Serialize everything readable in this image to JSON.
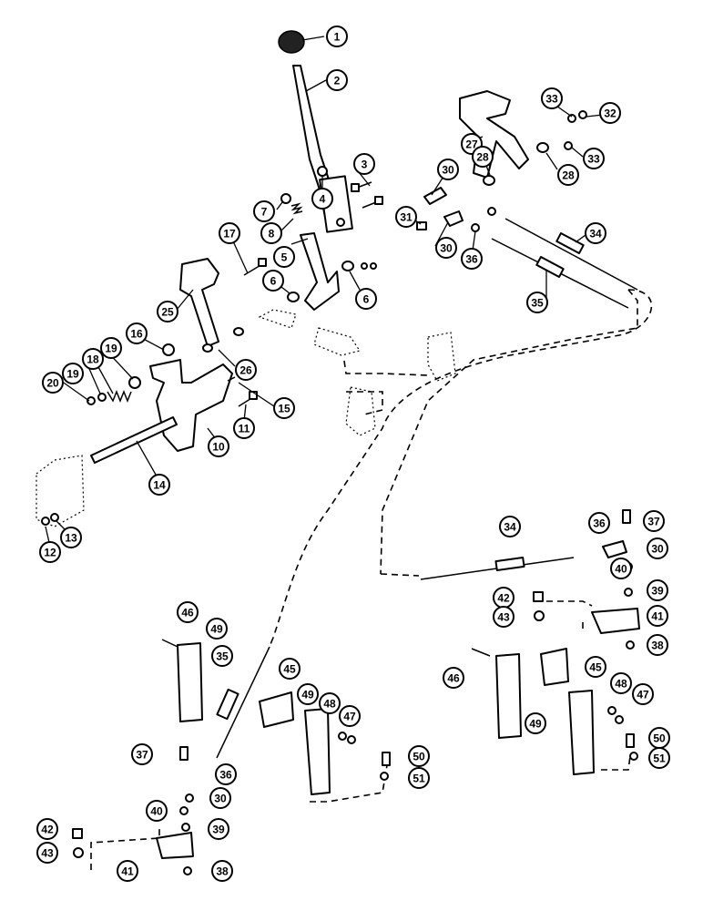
{
  "callouts": [
    {
      "id": "c1",
      "label": "1"
    },
    {
      "id": "c2",
      "label": "2"
    },
    {
      "id": "c3",
      "label": "3"
    },
    {
      "id": "c4",
      "label": "4"
    },
    {
      "id": "c5",
      "label": "5"
    },
    {
      "id": "c6a",
      "label": "6"
    },
    {
      "id": "c6b",
      "label": "6"
    },
    {
      "id": "c7",
      "label": "7"
    },
    {
      "id": "c8",
      "label": "8"
    },
    {
      "id": "c10",
      "label": "10"
    },
    {
      "id": "c11",
      "label": "11"
    },
    {
      "id": "c12",
      "label": "12"
    },
    {
      "id": "c13",
      "label": "13"
    },
    {
      "id": "c14",
      "label": "14"
    },
    {
      "id": "c15",
      "label": "15"
    },
    {
      "id": "c16",
      "label": "16"
    },
    {
      "id": "c17",
      "label": "17"
    },
    {
      "id": "c18",
      "label": "18"
    },
    {
      "id": "c19a",
      "label": "19"
    },
    {
      "id": "c19b",
      "label": "19"
    },
    {
      "id": "c20",
      "label": "20"
    },
    {
      "id": "c25",
      "label": "25"
    },
    {
      "id": "c26",
      "label": "26"
    },
    {
      "id": "c27",
      "label": "27"
    },
    {
      "id": "c28a",
      "label": "28"
    },
    {
      "id": "c28b",
      "label": "28"
    },
    {
      "id": "c30a",
      "label": "30"
    },
    {
      "id": "c30b",
      "label": "30"
    },
    {
      "id": "c31",
      "label": "31"
    },
    {
      "id": "c32",
      "label": "32"
    },
    {
      "id": "c33a",
      "label": "33"
    },
    {
      "id": "c33b",
      "label": "33"
    },
    {
      "id": "c34a",
      "label": "34"
    },
    {
      "id": "c35a",
      "label": "35"
    },
    {
      "id": "c36a",
      "label": "36"
    },
    {
      "id": "c34b",
      "label": "34"
    },
    {
      "id": "c36b",
      "label": "36"
    },
    {
      "id": "c37a",
      "label": "37"
    },
    {
      "id": "c30c",
      "label": "30"
    },
    {
      "id": "c40a",
      "label": "40"
    },
    {
      "id": "c39a",
      "label": "39"
    },
    {
      "id": "c42a",
      "label": "42"
    },
    {
      "id": "c43a",
      "label": "43"
    },
    {
      "id": "c41a",
      "label": "41"
    },
    {
      "id": "c38a",
      "label": "38"
    },
    {
      "id": "c46a",
      "label": "46"
    },
    {
      "id": "c45a",
      "label": "45"
    },
    {
      "id": "c48a",
      "label": "48"
    },
    {
      "id": "c47a",
      "label": "47"
    },
    {
      "id": "c49a",
      "label": "49"
    },
    {
      "id": "c50a",
      "label": "50"
    },
    {
      "id": "c51a",
      "label": "51"
    },
    {
      "id": "c46b",
      "label": "46"
    },
    {
      "id": "c49b",
      "label": "49"
    },
    {
      "id": "c35b",
      "label": "35"
    },
    {
      "id": "c45b",
      "label": "45"
    },
    {
      "id": "c49c",
      "label": "49"
    },
    {
      "id": "c48b",
      "label": "48"
    },
    {
      "id": "c47b",
      "label": "47"
    },
    {
      "id": "c50b",
      "label": "50"
    },
    {
      "id": "c51b",
      "label": "51"
    },
    {
      "id": "c37b",
      "label": "37"
    },
    {
      "id": "c36c",
      "label": "36"
    },
    {
      "id": "c30d",
      "label": "30"
    },
    {
      "id": "c40b",
      "label": "40"
    },
    {
      "id": "c39b",
      "label": "39"
    },
    {
      "id": "c42b",
      "label": "42"
    },
    {
      "id": "c43b",
      "label": "43"
    },
    {
      "id": "c41b",
      "label": "41"
    },
    {
      "id": "c38b",
      "label": "38"
    }
  ]
}
